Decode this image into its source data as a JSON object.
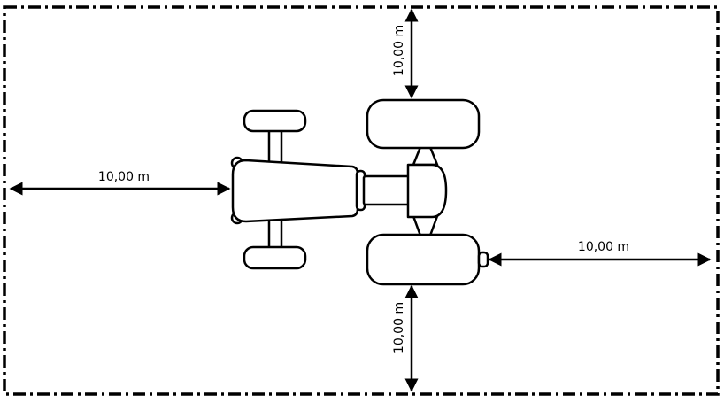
{
  "colors": {
    "line": "#000000",
    "fill": "#ffffff"
  },
  "dimensions": {
    "left": "10,00 m",
    "right": "10,00 m",
    "top": "10,00 m",
    "bottom": "10,00 m"
  }
}
